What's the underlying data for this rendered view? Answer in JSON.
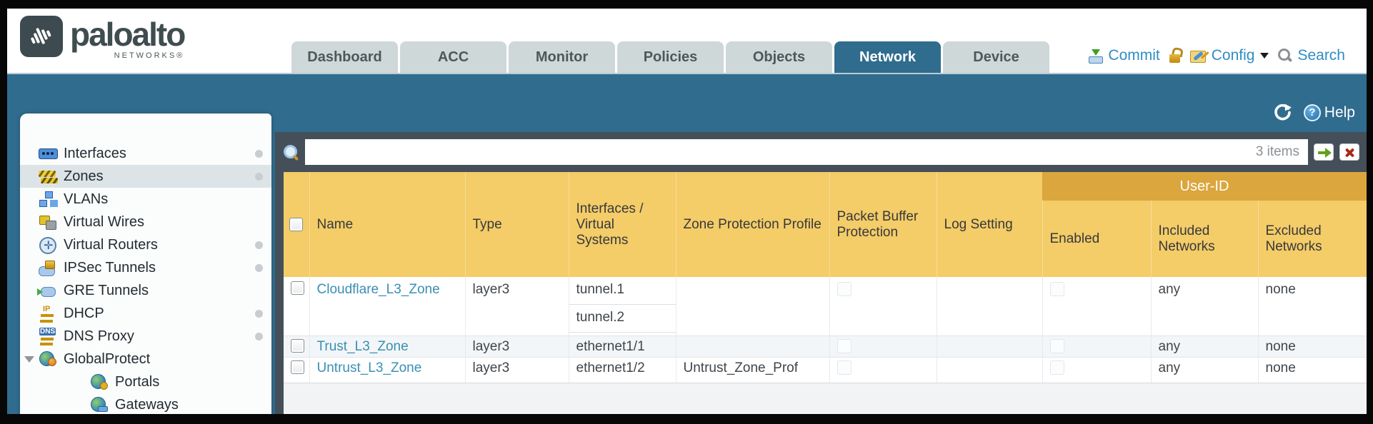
{
  "brand": {
    "name": "paloalto",
    "sub": "NETWORKS®"
  },
  "nav_tabs": [
    {
      "label": "Dashboard",
      "active": false
    },
    {
      "label": "ACC",
      "active": false
    },
    {
      "label": "Monitor",
      "active": false
    },
    {
      "label": "Policies",
      "active": false
    },
    {
      "label": "Objects",
      "active": false
    },
    {
      "label": "Network",
      "active": true
    },
    {
      "label": "Device",
      "active": false
    }
  ],
  "header_actions": {
    "commit_label": "Commit",
    "config_label": "Config",
    "search_label": "Search",
    "icons": [
      "commit-icon",
      "lock-icon",
      "config-icon",
      "caret-down-icon",
      "search-icon"
    ]
  },
  "band": {
    "help_label": "Help",
    "icons": [
      "refresh-icon",
      "help-icon"
    ]
  },
  "sidebar": {
    "items": [
      {
        "label": "Interfaces",
        "icon": "interfaces-icon",
        "dot": true,
        "selected": false,
        "indent": false
      },
      {
        "label": "Zones",
        "icon": "zones-icon",
        "dot": true,
        "selected": true,
        "indent": false
      },
      {
        "label": "VLANs",
        "icon": "vlans-icon",
        "dot": false,
        "selected": false,
        "indent": false
      },
      {
        "label": "Virtual Wires",
        "icon": "virtual-wires-icon",
        "dot": false,
        "selected": false,
        "indent": false
      },
      {
        "label": "Virtual Routers",
        "icon": "virtual-routers-icon",
        "dot": true,
        "selected": false,
        "indent": false
      },
      {
        "label": "IPSec Tunnels",
        "icon": "ipsec-tunnels-icon",
        "dot": true,
        "selected": false,
        "indent": false
      },
      {
        "label": "GRE Tunnels",
        "icon": "gre-tunnels-icon",
        "dot": false,
        "selected": false,
        "indent": false
      },
      {
        "label": "DHCP",
        "icon": "dhcp-icon",
        "dot": true,
        "selected": false,
        "indent": false
      },
      {
        "label": "DNS Proxy",
        "icon": "dns-proxy-icon",
        "dot": true,
        "selected": false,
        "indent": false
      },
      {
        "label": "GlobalProtect",
        "icon": "globalprotect-icon",
        "dot": false,
        "selected": false,
        "indent": false,
        "expanded": true
      },
      {
        "label": "Portals",
        "icon": "portals-icon",
        "dot": false,
        "selected": false,
        "indent": true
      },
      {
        "label": "Gateways",
        "icon": "gateways-icon",
        "dot": false,
        "selected": false,
        "indent": true
      }
    ]
  },
  "toolbar": {
    "search_value": "",
    "items_count": "3 items"
  },
  "table": {
    "group_header": "User-ID",
    "columns": [
      "Name",
      "Type",
      "Interfaces / Virtual Systems",
      "Zone Protection Profile",
      "Packet Buffer Protection",
      "Log Setting",
      "Enabled",
      "Included Networks",
      "Excluded Networks"
    ],
    "rows": [
      {
        "name": "Cloudflare_L3_Zone",
        "type": "layer3",
        "interfaces": [
          "tunnel.1",
          "tunnel.2"
        ],
        "zone_protection_profile": "",
        "packet_buffer_protection": false,
        "log_setting": "",
        "user_id_enabled": false,
        "included_networks": "any",
        "excluded_networks": "none"
      },
      {
        "name": "Trust_L3_Zone",
        "type": "layer3",
        "interfaces": [
          "ethernet1/1"
        ],
        "zone_protection_profile": "",
        "packet_buffer_protection": false,
        "log_setting": "",
        "user_id_enabled": false,
        "included_networks": "any",
        "excluded_networks": "none"
      },
      {
        "name": "Untrust_L3_Zone",
        "type": "layer3",
        "interfaces": [
          "ethernet1/2"
        ],
        "zone_protection_profile": "Untrust_Zone_Prof",
        "packet_buffer_protection": false,
        "log_setting": "",
        "user_id_enabled": false,
        "included_networks": "any",
        "excluded_networks": "none"
      }
    ]
  },
  "colors": {
    "teal_band": "#306c8e",
    "table_header_gold": "#f4cc68",
    "user_id_band_gold": "#dba63d",
    "toolbar_dark": "#454f59",
    "zone_link_blue": "#3a8fb3",
    "action_link_blue": "#2f8dc3"
  }
}
